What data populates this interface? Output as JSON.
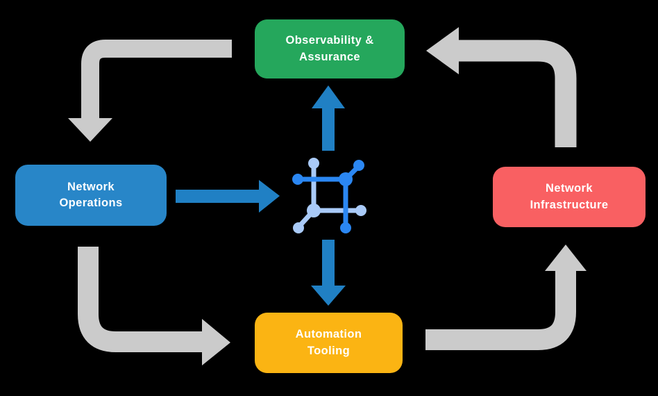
{
  "diagram": {
    "background_color": "#000000",
    "nodes": [
      {
        "id": "observability",
        "lines": [
          "Observability &",
          "Assurance"
        ],
        "color": "#25A75C"
      },
      {
        "id": "operations",
        "lines": [
          "Network",
          "Operations"
        ],
        "color": "#2886C8"
      },
      {
        "id": "infrastructure",
        "lines": [
          "Network",
          "Infrastructure"
        ],
        "color": "#F96062"
      },
      {
        "id": "automation",
        "lines": [
          "Automation",
          "Tooling"
        ],
        "color": "#FBB413"
      }
    ],
    "center_icon": {
      "name": "network-automation-icon",
      "dark_blue": "#2B87F2",
      "light_blue": "#A9CAF8"
    },
    "outer_cycle_flows": [
      {
        "from": "observability",
        "to": "operations",
        "arrow_color": "#CBCBCB"
      },
      {
        "from": "operations",
        "to": "automation",
        "arrow_color": "#CBCBCB"
      },
      {
        "from": "automation",
        "to": "infrastructure",
        "arrow_color": "#CBCBCB"
      },
      {
        "from": "infrastructure",
        "to": "observability",
        "arrow_color": "#CBCBCB"
      }
    ],
    "center_flows": [
      {
        "from": "operations",
        "to": "center-icon",
        "arrow_color": "#2080C4"
      },
      {
        "from": "center-icon",
        "to": "observability",
        "arrow_color": "#2080C4"
      },
      {
        "from": "center-icon",
        "to": "automation",
        "arrow_color": "#2080C4"
      }
    ]
  }
}
